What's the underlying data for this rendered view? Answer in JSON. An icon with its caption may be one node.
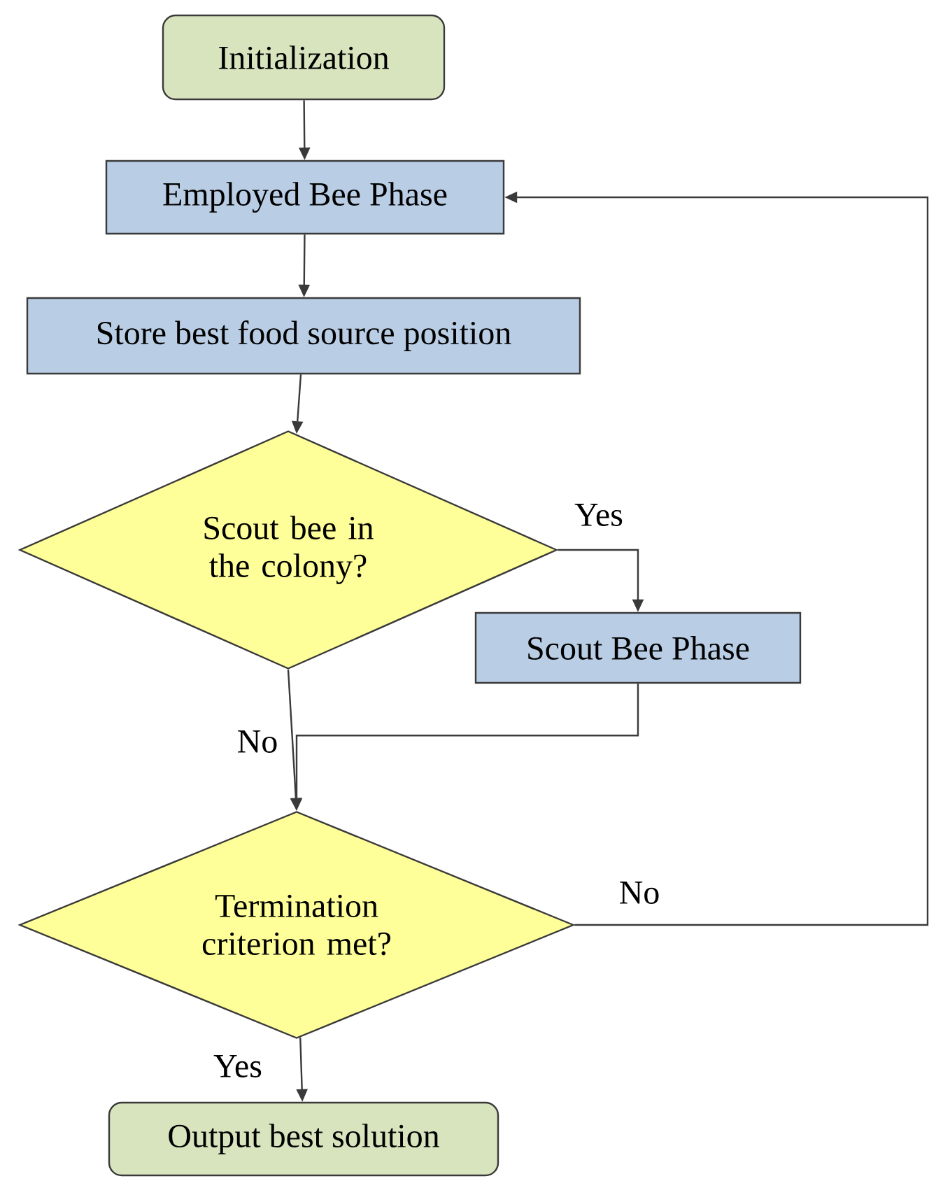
{
  "diagram": {
    "nodes": [
      {
        "text": [
          "Initialization"
        ]
      },
      {
        "text": [
          "Employed Bee Phase"
        ]
      },
      {
        "text": [
          "Store best food source position"
        ]
      },
      {
        "text": [
          "Scout bee in the colony?"
        ]
      },
      {
        "text": [
          "Scout Bee Phase"
        ]
      },
      {
        "text": [
          "Termination criterion met?"
        ]
      },
      {
        "text": [
          "Output best solution"
        ]
      }
    ],
    "edges": [
      {
        "from": 0,
        "to": 1,
        "arrow": "to"
      },
      {
        "from": 1,
        "to": 2,
        "arrow": "to"
      },
      {
        "from": 2,
        "to": 3,
        "arrow": "to"
      },
      {
        "from": 3,
        "to": 4,
        "arrow": "to",
        "label": "Yes"
      },
      {
        "from": 3,
        "to": 5,
        "arrow": "to",
        "label": "No"
      },
      {
        "from": 4,
        "to": 5,
        "arrow": "to"
      },
      {
        "from": 5,
        "to": 1,
        "arrow": "to",
        "label": "No"
      },
      {
        "from": 5,
        "to": 6,
        "arrow": "to",
        "label": "Yes"
      }
    ]
  }
}
